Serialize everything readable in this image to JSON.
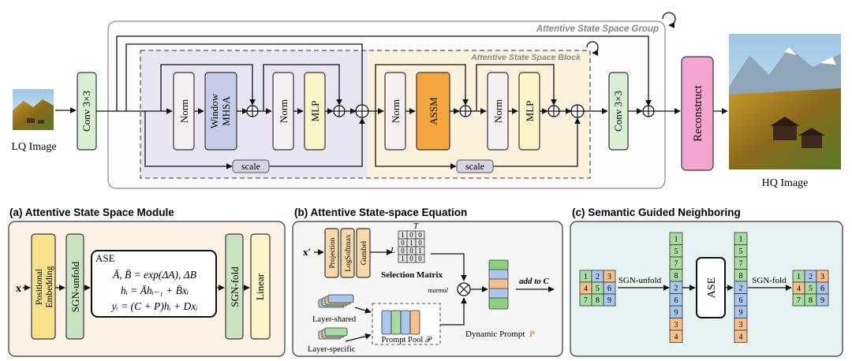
{
  "top": {
    "group_label": "Attentive State Space Group",
    "block_label": "Attentive State Space Block",
    "lq_label": "LQ Image",
    "hq_label": "HQ Image",
    "conv1": "Conv 3×3",
    "conv2": "Conv 3×3",
    "norm": "Norm",
    "window_mhsa": [
      "Window",
      "MHSA"
    ],
    "mlp": "MLP",
    "assm": "ASSM",
    "scale": "scale",
    "reconstruct": "Reconstruct"
  },
  "panel_a": {
    "title": "(a) Attentive State Space Module",
    "input": "x",
    "positional_embedding": [
      "Positional",
      "Embedding"
    ],
    "sgn_unfold": "SGN-unfold",
    "ase_title": "ASE",
    "eq1": "Ā, B̄ = exp(ΔA), ΔB",
    "eq2": "hᵢ = Āhᵢ₋₁ + B̄xᵢ",
    "eq3": "yᵢ = (C + P)hᵢ + Dxᵢ",
    "sgn_fold": "SGN-fold",
    "linear": "Linear"
  },
  "panel_b": {
    "title": "(b) Attentive State-space Equation",
    "input": "x′",
    "projection": "Projection",
    "logsoftmax": "LogSoftmax",
    "gumbel": "Gumbel",
    "matrix_T": "T",
    "matrix_L": "L",
    "matrix": [
      [
        1,
        0,
        0
      ],
      [
        0,
        1,
        0
      ],
      [
        0,
        0,
        1
      ],
      [
        1,
        0,
        0
      ]
    ],
    "selection_matrix": "Selection Matrix",
    "matmul": "matmul",
    "add_to": "add to C",
    "layer_shared": "Layer-shared",
    "layer_specific": "Layer-specific",
    "prompt_pool": "Prompt Pool 𝒫",
    "dynamic_prompt": "Dynamic Prompt",
    "dynamic_prompt_symbol": "P"
  },
  "panel_c": {
    "title": "(c) Semantic Guided Neighboring",
    "grid": [
      [
        1,
        2,
        3
      ],
      [
        4,
        5,
        6
      ],
      [
        7,
        8,
        9
      ]
    ],
    "sgn_unfold": "SGN-unfold",
    "ase": "ASE",
    "sgn_fold": "SGN-fold",
    "sequence": [
      1,
      5,
      7,
      8,
      2,
      6,
      9,
      3,
      4
    ]
  }
}
